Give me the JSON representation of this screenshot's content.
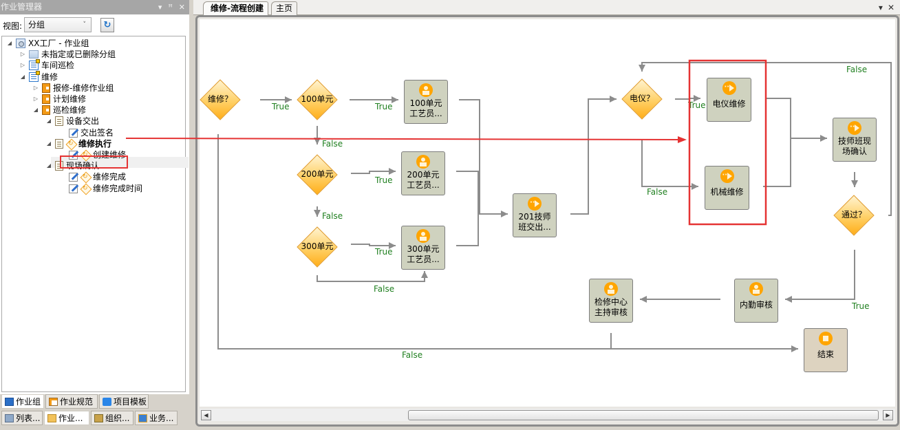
{
  "left_panel": {
    "title": "作业管理器",
    "title_buttons": [
      "▾",
      "ꟸ",
      "✕"
    ],
    "view_label": "视图:",
    "view_select": {
      "value": "分组"
    },
    "refresh_icon": "refresh-icon",
    "tree": [
      {
        "label": "XX工厂 - 作业组",
        "level": 0,
        "toggle": "expanded",
        "icon": "factory-icon"
      },
      {
        "label": "未指定或已删除分组",
        "level": 1,
        "toggle": "collapsed",
        "icon": "folder-icon"
      },
      {
        "label": "车间巡检",
        "level": 1,
        "toggle": "collapsed",
        "icon": "group-icon"
      },
      {
        "label": "维修",
        "level": 1,
        "toggle": "expanded",
        "icon": "group-icon"
      },
      {
        "label": "报修-维修作业组",
        "level": 2,
        "toggle": "collapsed",
        "icon": "book-icon"
      },
      {
        "label": "计划维修",
        "level": 2,
        "toggle": "collapsed",
        "icon": "book-icon"
      },
      {
        "label": "巡检维修",
        "level": 2,
        "toggle": "expanded",
        "icon": "book-icon"
      },
      {
        "label": "设备交出",
        "level": 3,
        "toggle": "expanded",
        "icon": "note-icon"
      },
      {
        "label": "交出签名",
        "level": 4,
        "toggle": "none",
        "icon": "pen-icon"
      },
      {
        "label": "维修执行",
        "level": 3,
        "toggle": "expanded",
        "icon": "note-icon",
        "selected": true
      },
      {
        "label": "创建维修",
        "level": 4,
        "toggle": "none",
        "icon": "pen-icon"
      },
      {
        "label": "现场确认",
        "level": 3,
        "toggle": "expanded",
        "icon": "note-icon"
      },
      {
        "label": "维修完成",
        "level": 4,
        "toggle": "none",
        "icon": "pen-icon"
      },
      {
        "label": "维修完成时间",
        "level": 4,
        "toggle": "none",
        "icon": "pen-icon"
      }
    ],
    "bottom_tabs_1": [
      {
        "label": "作业组",
        "active": true
      },
      {
        "label": "作业规范",
        "active": false
      },
      {
        "label": "项目模板",
        "active": false
      }
    ],
    "bottom_tabs_2": [
      {
        "label": "列表...",
        "active": false
      },
      {
        "label": "作业...",
        "active": true
      },
      {
        "label": "组织...",
        "active": false
      },
      {
        "label": "业务...",
        "active": false
      }
    ]
  },
  "document": {
    "tabs": [
      {
        "label": "维修-流程创建",
        "active": true
      },
      {
        "label": "主页",
        "active": false
      }
    ],
    "tab_controls": [
      "▾",
      "✕"
    ],
    "scroll_left": "◀",
    "scroll_right": "▶"
  },
  "flow": {
    "decisions": [
      {
        "id": "d_weixiu",
        "label": "维修？"
      },
      {
        "id": "d_100",
        "label": "100单元"
      },
      {
        "id": "d_200",
        "label": "200单元"
      },
      {
        "id": "d_300",
        "label": "300单元"
      },
      {
        "id": "d_dianyi",
        "label": "电仪？"
      },
      {
        "id": "d_tongguo",
        "label": "通过？"
      }
    ],
    "tasks": [
      {
        "id": "t_100",
        "line1": "100单元",
        "line2": "工艺员...",
        "icon": "person"
      },
      {
        "id": "t_200",
        "line1": "200单元",
        "line2": "工艺员...",
        "icon": "person"
      },
      {
        "id": "t_300",
        "line1": "300单元",
        "line2": "工艺员...",
        "icon": "person"
      },
      {
        "id": "t_201",
        "line1": "201技师",
        "line2": "班交出...",
        "icon": "arrow"
      },
      {
        "id": "t_dianyi",
        "line1": "电仪维修",
        "line2": "",
        "icon": "arrow"
      },
      {
        "id": "t_jixie",
        "line1": "机械维修",
        "line2": "",
        "icon": "arrow"
      },
      {
        "id": "t_jishi",
        "line1": "技师班现",
        "line2": "场确认",
        "icon": "arrow"
      },
      {
        "id": "t_neiqin",
        "line1": "内勤审核",
        "line2": "",
        "icon": "person"
      },
      {
        "id": "t_jianxiu",
        "line1": "检修中心",
        "line2": "主持审核",
        "icon": "person"
      },
      {
        "id": "t_end",
        "line1": "结束",
        "line2": "",
        "icon": "stop"
      }
    ],
    "edge_labels": {
      "weixiu_true": "True",
      "u100_true": "True",
      "u100_false": "False",
      "u200_true": "True",
      "u200_false": "False",
      "u300_true": "True",
      "u300_false": "False",
      "dianyi_true": "True",
      "dianyi_false": "False",
      "tongguo_false": "False",
      "tongguo_true": "True",
      "weixiu_false": "False"
    },
    "colors": {
      "edge": "#8c8c8c",
      "edge_label": "#1f7f1f",
      "task_fill": "#cfd2bf",
      "end_fill": "#ddd3c0",
      "icon_orange": "#ffa500",
      "highlight": "#e53333"
    }
  }
}
